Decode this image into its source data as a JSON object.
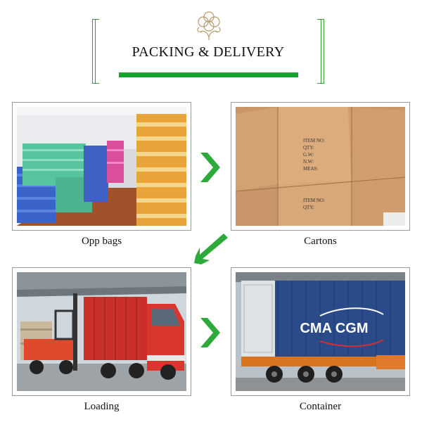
{
  "header": {
    "title": "PACKING & DELIVERY"
  },
  "steps": [
    {
      "caption": "Opp bags"
    },
    {
      "caption": "Cartons"
    },
    {
      "caption": "Loading"
    },
    {
      "caption": "Container"
    }
  ],
  "carton_label": {
    "l1": "ITEM NO:",
    "l2": "QTY:",
    "l3": "G.W:",
    "l4": "N.W:",
    "l5": "MEAS:"
  },
  "container_text": "CMA CGM",
  "colors": {
    "accent": "#14a32e",
    "arrow": "#2eaa3a",
    "border": "#9a9a9a"
  },
  "icons": [
    "cotton-flower-icon",
    "chevron-right-icon",
    "arrow-down-left-icon"
  ]
}
